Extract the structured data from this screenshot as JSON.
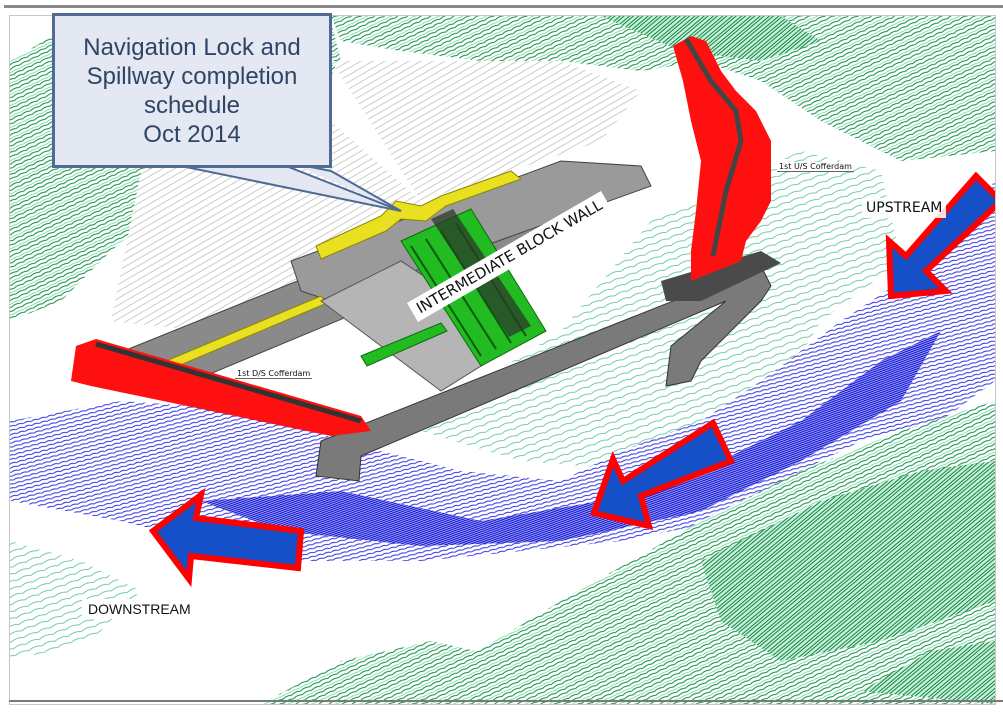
{
  "callout": {
    "lines": [
      "Navigation Lock and",
      "Spillway completion",
      "schedule",
      "Oct 2014"
    ]
  },
  "labels": {
    "upstream": "UPSTREAM",
    "downstream": "DOWNSTREAM",
    "intermediate_block_wall": "INTERMEDIATE BLOCK WALL",
    "us_cofferdam": "1st U/S Cofferdam",
    "ds_cofferdam": "1st D/S Cofferdam"
  },
  "colors": {
    "callout_fill": "#e3e8f2",
    "callout_border": "#4f6a93",
    "callout_text": "#2f4563",
    "cofferdam_red": "#ff0000",
    "arrow_fill": "#1550c8",
    "arrow_border": "#ff0000",
    "terrain_green": "#0a8a3c",
    "river_blue": "#2a2ae0",
    "structure_gray": "#6e6e6e",
    "gate_green": "#22bb22",
    "highlight_yellow": "#e8e020"
  },
  "arrows": [
    {
      "name": "upstream-arrow",
      "direction": "southwest"
    },
    {
      "name": "midstream-arrow",
      "direction": "southwest"
    },
    {
      "name": "downstream-arrow",
      "direction": "west"
    }
  ]
}
